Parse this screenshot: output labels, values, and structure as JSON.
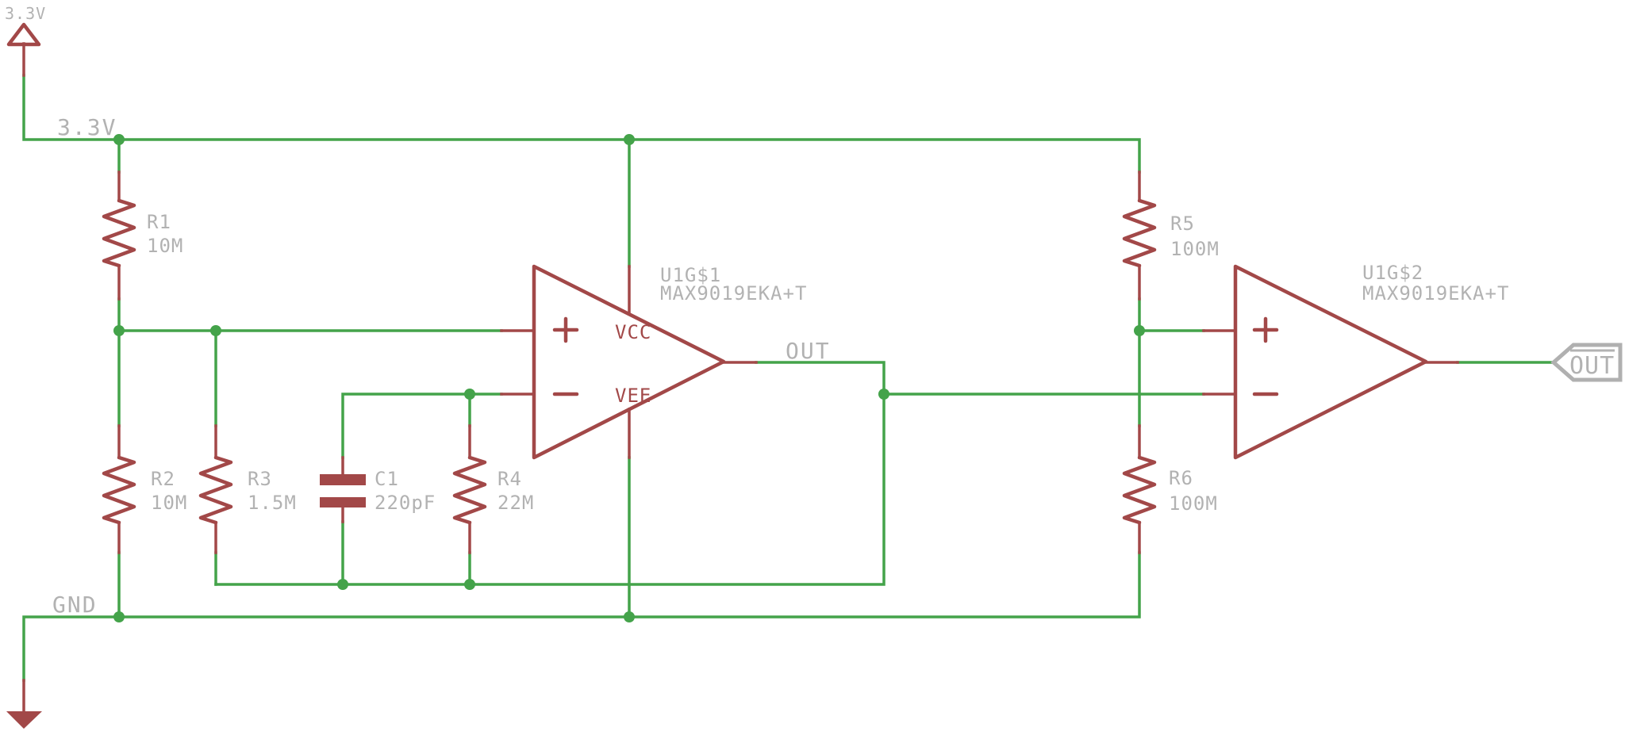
{
  "colors": {
    "wire_green": "#44a34a",
    "symbol_maroon": "#a24848",
    "label_gray": "#b2b2b2",
    "flag_border_gray": "#b0b0b0",
    "background": "#ffffff"
  },
  "power": {
    "supply_symbol_label": "3.3V",
    "supply_net_label": "3.3V",
    "ground_net_label": "GND"
  },
  "nets": {
    "out_net_label": "OUT",
    "out_flag_label": "OUT"
  },
  "components": {
    "R1": {
      "name": "R1",
      "value": "10M"
    },
    "R2": {
      "name": "R2",
      "value": "10M"
    },
    "R3": {
      "name": "R3",
      "value": "1.5M"
    },
    "R4": {
      "name": "R4",
      "value": "22M"
    },
    "R5": {
      "name": "R5",
      "value": "100M"
    },
    "R6": {
      "name": "R6",
      "value": "100M"
    },
    "C1": {
      "name": "C1",
      "value": "220pF"
    },
    "U1G1": {
      "name": "U1G$1",
      "part": "MAX9019EKA+T",
      "pins": {
        "plus": "+",
        "minus": "-",
        "vcc": "VCC",
        "vee": "VEE"
      }
    },
    "U1G2": {
      "name": "U1G$2",
      "part": "MAX9019EKA+T",
      "pins": {
        "plus": "+",
        "minus": "-"
      }
    }
  }
}
